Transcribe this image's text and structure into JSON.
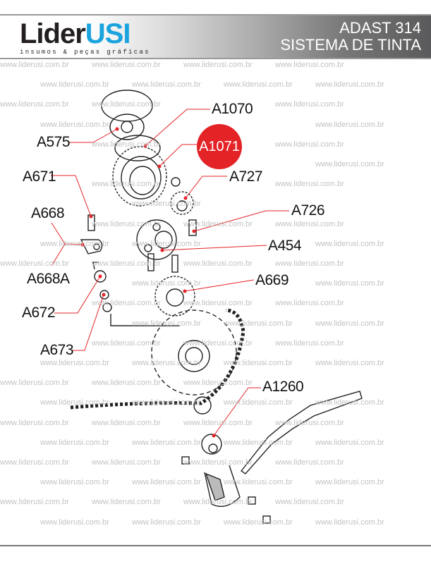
{
  "header": {
    "logo_main_dark": "Lider",
    "logo_main_blue": "USI",
    "logo_tagline": "insumos & peças gráficas",
    "title_line1": "ADAST 314",
    "title_line2": "SISTEMA DE TINTA"
  },
  "watermark": "www.liderusi.com.br",
  "colors": {
    "accent_red": "#e42327",
    "brand_blue": "#1aa3dd"
  },
  "parts": {
    "a1070": "A1070",
    "a1071": "A1071",
    "a575": "A575",
    "a671": "A671",
    "a727": "A727",
    "a668": "A668",
    "a726": "A726",
    "a454": "A454",
    "a668a": "A668A",
    "a669": "A669",
    "a672": "A672",
    "a673": "A673",
    "a1260": "A1260"
  },
  "highlighted_part": "A1071"
}
